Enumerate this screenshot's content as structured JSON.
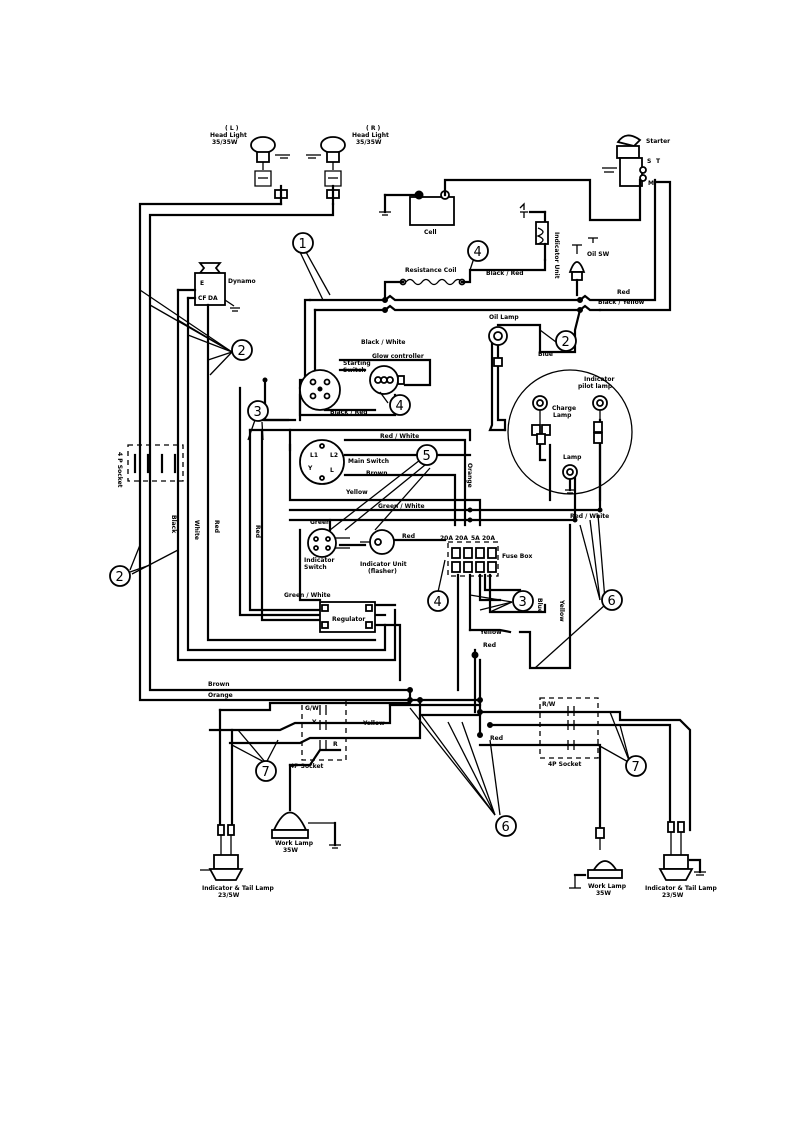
{
  "components": {
    "head_light_left": "( L )\nHead Light\n35/35W",
    "head_light_right": "( R )\nHead Light\n35/35W",
    "starter": "Starter",
    "starter_terminal_s": "S",
    "starter_terminal_t": "T",
    "starter_terminal_m": "M",
    "cell": "Cell",
    "indicator_unit": "Indicator Unit",
    "oil_sw": "Oil SW",
    "resistance_coil": "Resistance Coil",
    "dynamo": "Dynamo",
    "dynamo_terminals": [
      "E",
      "CF",
      "DA"
    ],
    "oil_lamp": "Oil Lamp",
    "starting_switch": "Starting\nSwitch",
    "glow_controller": "Glow controller",
    "charge_lamp": "Charge\nLamp",
    "indicator_pilot_lamp": "Indicator\npilot lamp",
    "main_switch": "Main Switch",
    "main_switch_terminals": [
      "L1",
      "L2",
      "Y",
      "L"
    ],
    "lamp": "Lamp",
    "flasher_unit": "Indicator Unit\n(flasher)",
    "indicator_switch": "Indicator\nSwitch",
    "fuse_box": "Fuse Box",
    "fuse_ratings": [
      "20A",
      "20A",
      "5A",
      "20A"
    ],
    "regulator": "Regulator",
    "socket_4p": "4 P Socket",
    "socket_4p_left": "4P Socket",
    "socket_4p_right": "4P Socket",
    "work_lamp_left": "Work Lamp\n35W",
    "work_lamp_right": "Work Lamp\n35W",
    "tail_lamp_left": "Indicator & Tail Lamp\n23/5W",
    "tail_lamp_right": "Indicator & Tail Lamp\n23/5W"
  },
  "wire_colors": {
    "black_red_top": "Black / Red",
    "red_top": "Red",
    "black_yellow": "Black / Yellow",
    "blue_oil": "Blue",
    "black_white": "Black / White",
    "black_red_start": "Black / Red",
    "red_white_main": "Red / White",
    "brown_main": "Brown",
    "yellow_main": "Yellow",
    "green_white_main": "Green / White",
    "red_white_right": "Red / White",
    "green_ind": "Green",
    "red_ind": "Red",
    "green_white_reg": "Green / White",
    "brown_bottom": "Brown",
    "orange_bottom": "Orange",
    "yellow_bottom": "Yellow",
    "red_bottom": "Red",
    "gw_left": "G/W",
    "y_left": "Y",
    "r_left": "R",
    "gw_right": "R/W",
    "black_vert": "Black",
    "white_vert": "White",
    "red_vert": "Red",
    "red_vert2": "Red",
    "blue_vert": "Blue",
    "yellow_vert": "Yellow",
    "yellow_fuse": "Yellow",
    "red_fuse": "Red",
    "orange_vert": "Orange"
  },
  "callouts": [
    "1",
    "2",
    "2",
    "3",
    "3",
    "4",
    "4",
    "4",
    "5",
    "6",
    "6",
    "7",
    "7"
  ]
}
